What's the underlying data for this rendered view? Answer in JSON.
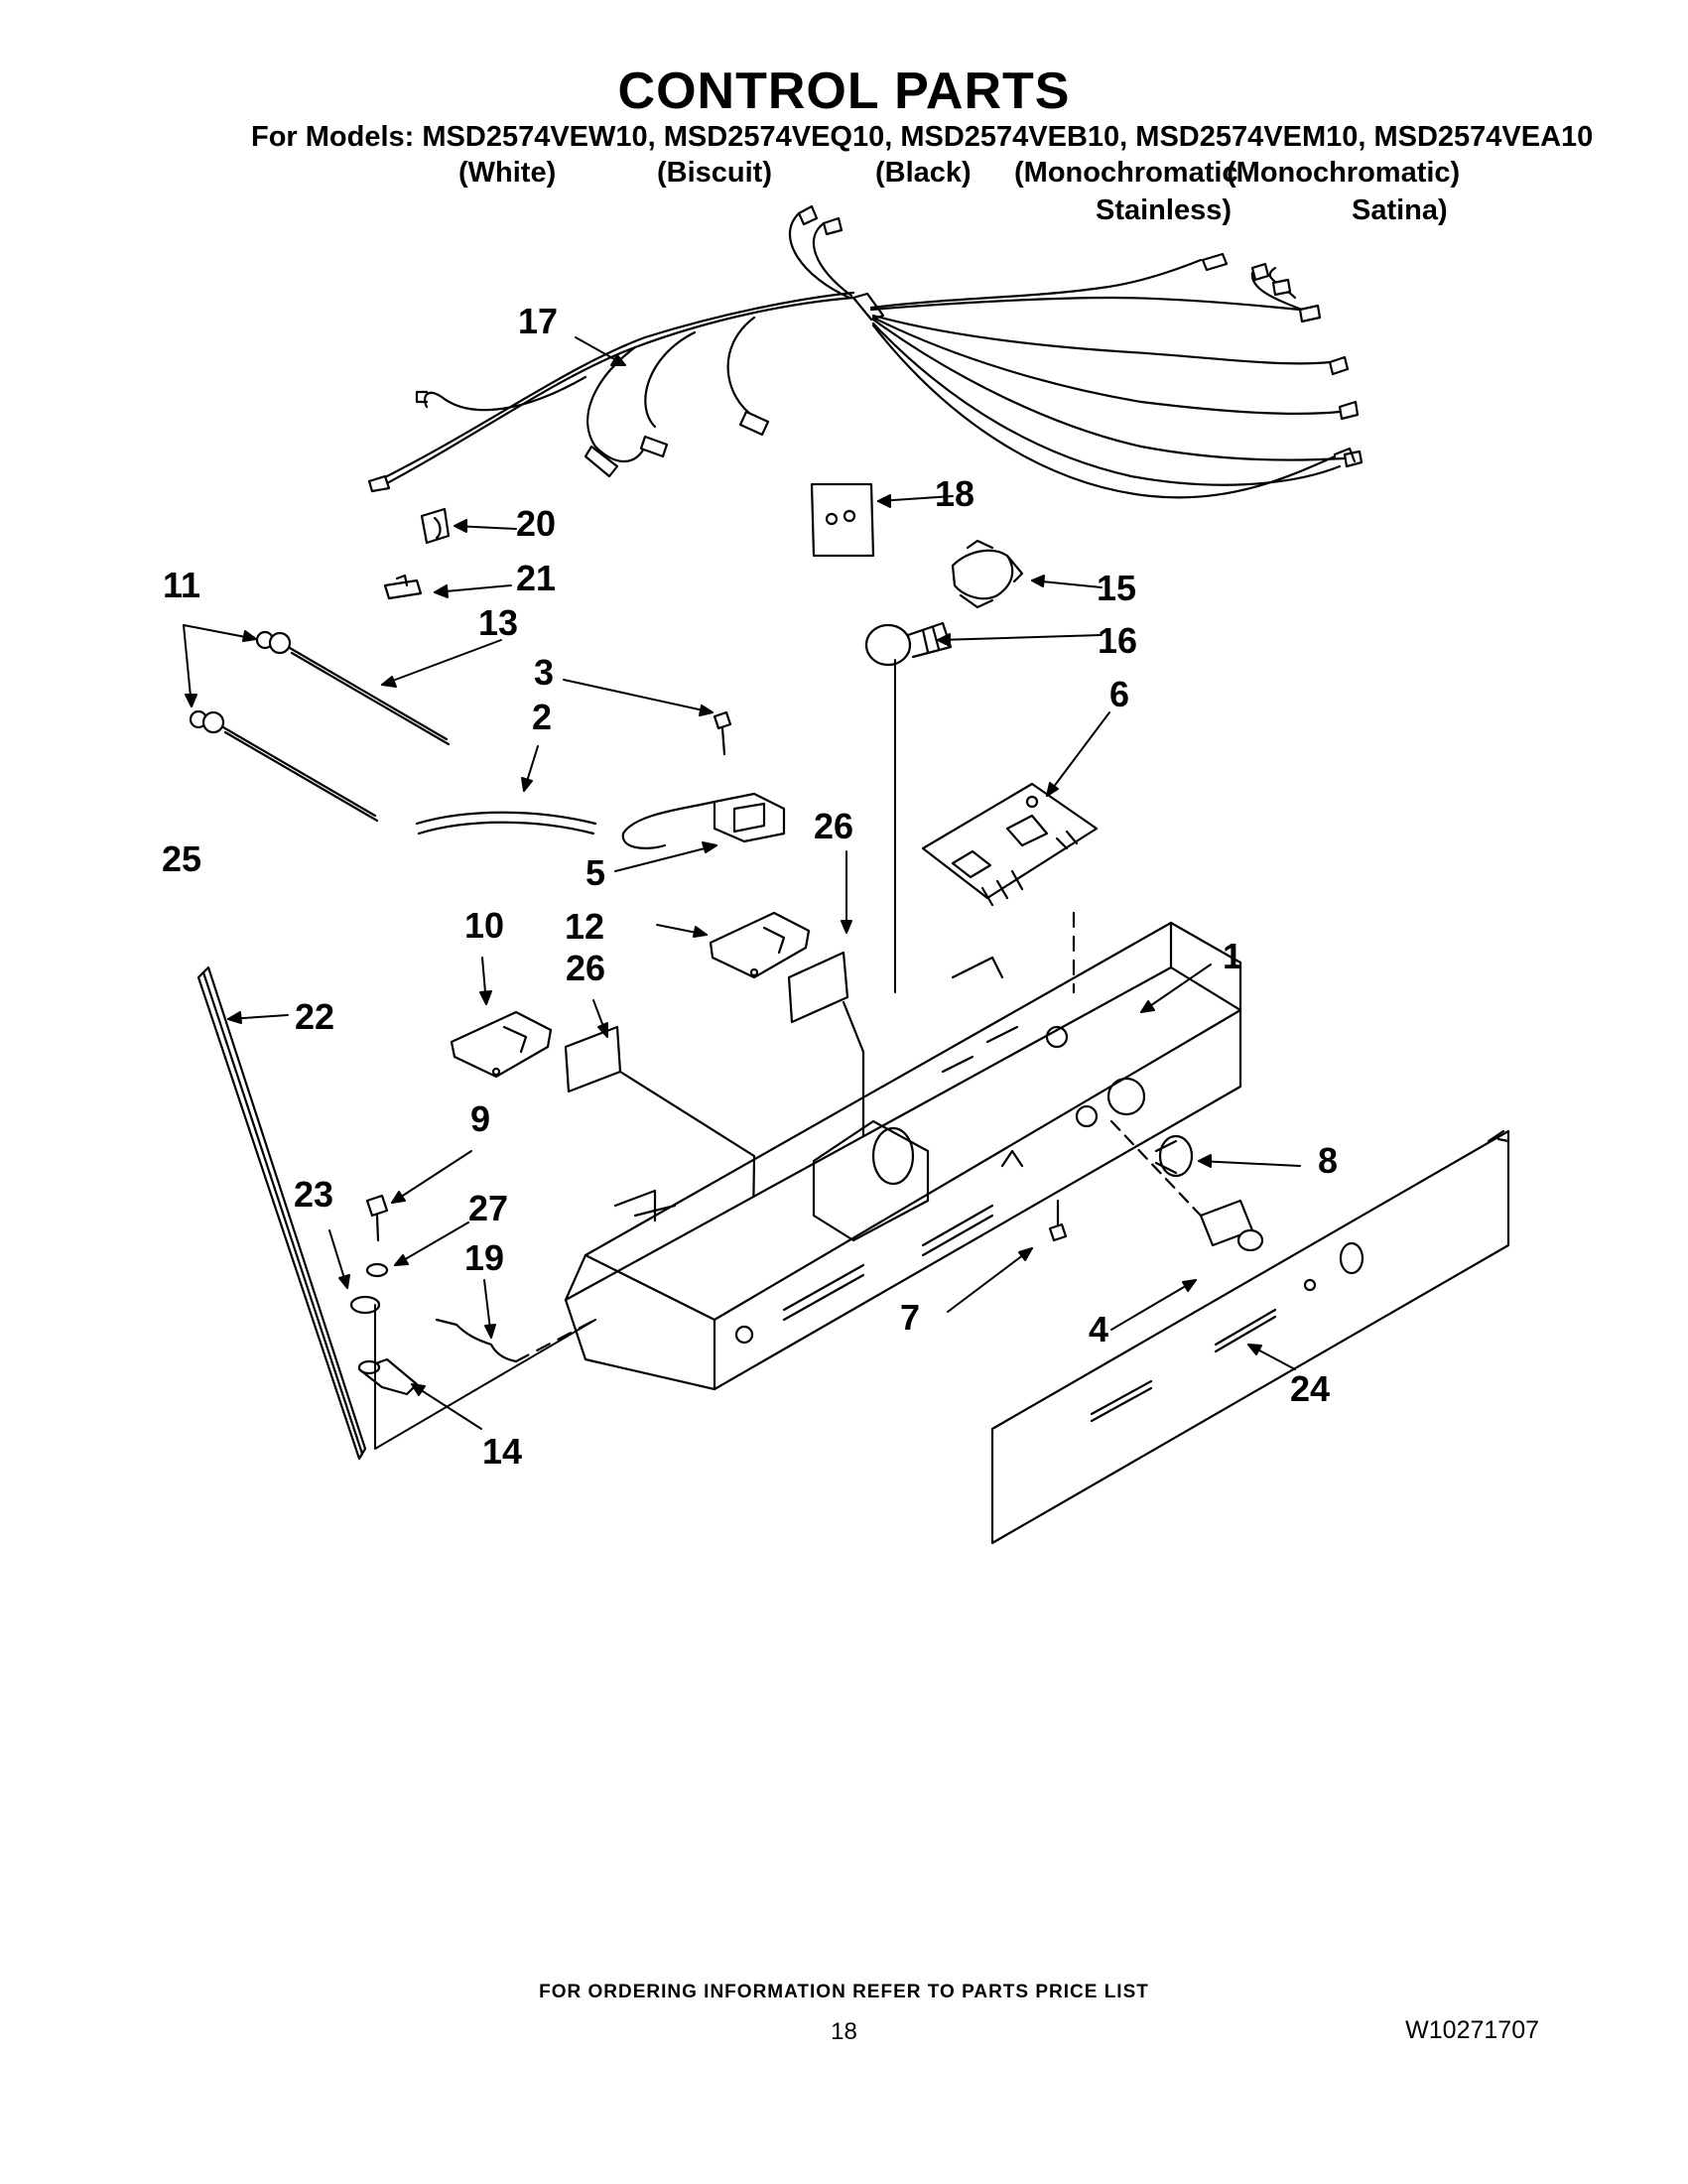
{
  "header": {
    "title": "CONTROL PARTS",
    "models_line": "For Models: MSD2574VEW10, MSD2574VEQ10, MSD2574VEB10, MSD2574VEM10, MSD2574VEA10",
    "variants": [
      {
        "line1": "(White)",
        "line2": ""
      },
      {
        "line1": "(Biscuit)",
        "line2": ""
      },
      {
        "line1": "(Black)",
        "line2": ""
      },
      {
        "line1": "(Monochromatic",
        "line2": "Stainless)"
      },
      {
        "line1": "(Monochromatic)",
        "line2": "Satina)"
      }
    ]
  },
  "callouts": [
    "1",
    "2",
    "3",
    "4",
    "5",
    "6",
    "7",
    "8",
    "9",
    "10",
    "11",
    "12",
    "13",
    "14",
    "15",
    "16",
    "17",
    "18",
    "19",
    "20",
    "21",
    "22",
    "23",
    "24",
    "25",
    "26",
    "26",
    "27"
  ],
  "footer": {
    "ordering_note": "FOR ORDERING INFORMATION REFER TO PARTS PRICE LIST",
    "page_number": "18",
    "document_number": "W10271707"
  }
}
